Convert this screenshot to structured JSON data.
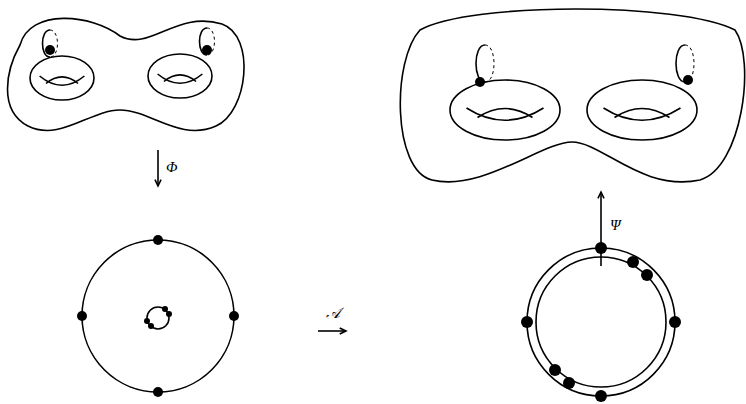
{
  "diagram": {
    "labels": [
      "Φ",
      "Ψ",
      "𝒜"
    ]
  }
}
